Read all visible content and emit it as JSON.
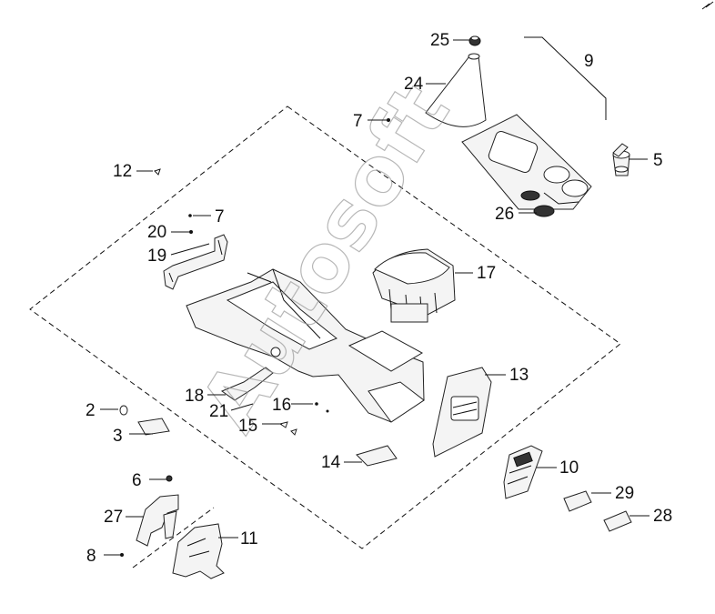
{
  "watermark": "Autosoft",
  "callouts": {
    "c2": "2",
    "c3": "3",
    "c5": "5",
    "c6": "6",
    "c7a": "7",
    "c7b": "7",
    "c8": "8",
    "c9": "9",
    "c10": "10",
    "c11": "11",
    "c12": "12",
    "c13": "13",
    "c14": "14",
    "c15": "15",
    "c16": "16",
    "c17": "17",
    "c18": "18",
    "c19": "19",
    "c20": "20",
    "c21": "21",
    "c24": "24",
    "c25": "25",
    "c26": "26",
    "c27": "27",
    "c28": "28",
    "c29": "29"
  }
}
